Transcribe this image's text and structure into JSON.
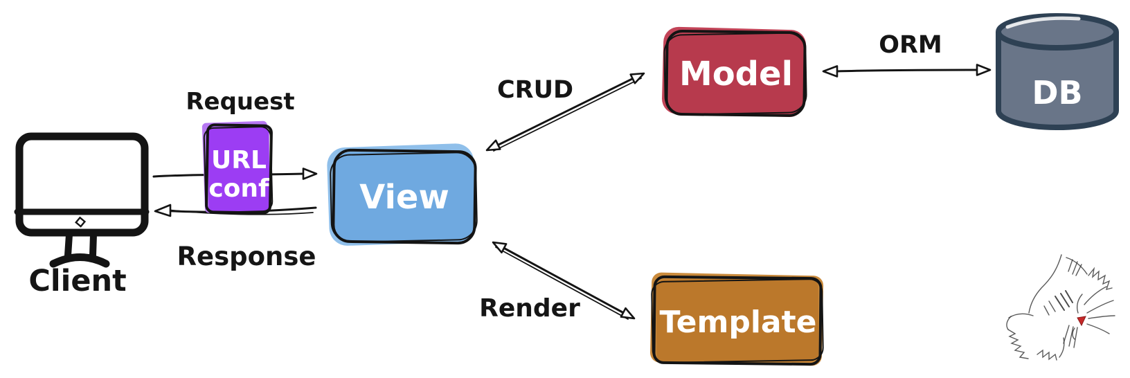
{
  "diagram": {
    "description": "Django MVT architecture sketch diagram",
    "nodes": {
      "client": {
        "label": "Client",
        "icon": "monitor-icon",
        "color": "#141414"
      },
      "urlconf": {
        "label_line1": "URL",
        "label_line2": "conf",
        "color": "#9C3DF3",
        "offset_color": "#B678F2"
      },
      "view": {
        "label": "View",
        "color": "#6FA9E0",
        "offset_color": "#8FBFEA"
      },
      "model": {
        "label": "Model",
        "color": "#B73A4D",
        "offset_color": "#C24458"
      },
      "db": {
        "label": "DB",
        "color": "#697588",
        "border_color": "#2E4154"
      },
      "template": {
        "label": "Template",
        "color": "#BB782B",
        "offset_color": "#C98A3C"
      }
    },
    "edges": {
      "request": {
        "label": "Request",
        "from": "client",
        "to": "view",
        "direction": "one-way"
      },
      "response": {
        "label": "Response",
        "from": "view",
        "to": "client",
        "direction": "one-way"
      },
      "crud": {
        "label": "CRUD",
        "from": "view",
        "to": "model",
        "direction": "two-way"
      },
      "orm": {
        "label": "ORM",
        "from": "model",
        "to": "db",
        "direction": "two-way"
      },
      "render": {
        "label": "Render",
        "from": "view",
        "to": "template",
        "direction": "two-way"
      }
    },
    "decoration": {
      "name": "cat-sketch",
      "nose_color": "#C62828"
    }
  }
}
